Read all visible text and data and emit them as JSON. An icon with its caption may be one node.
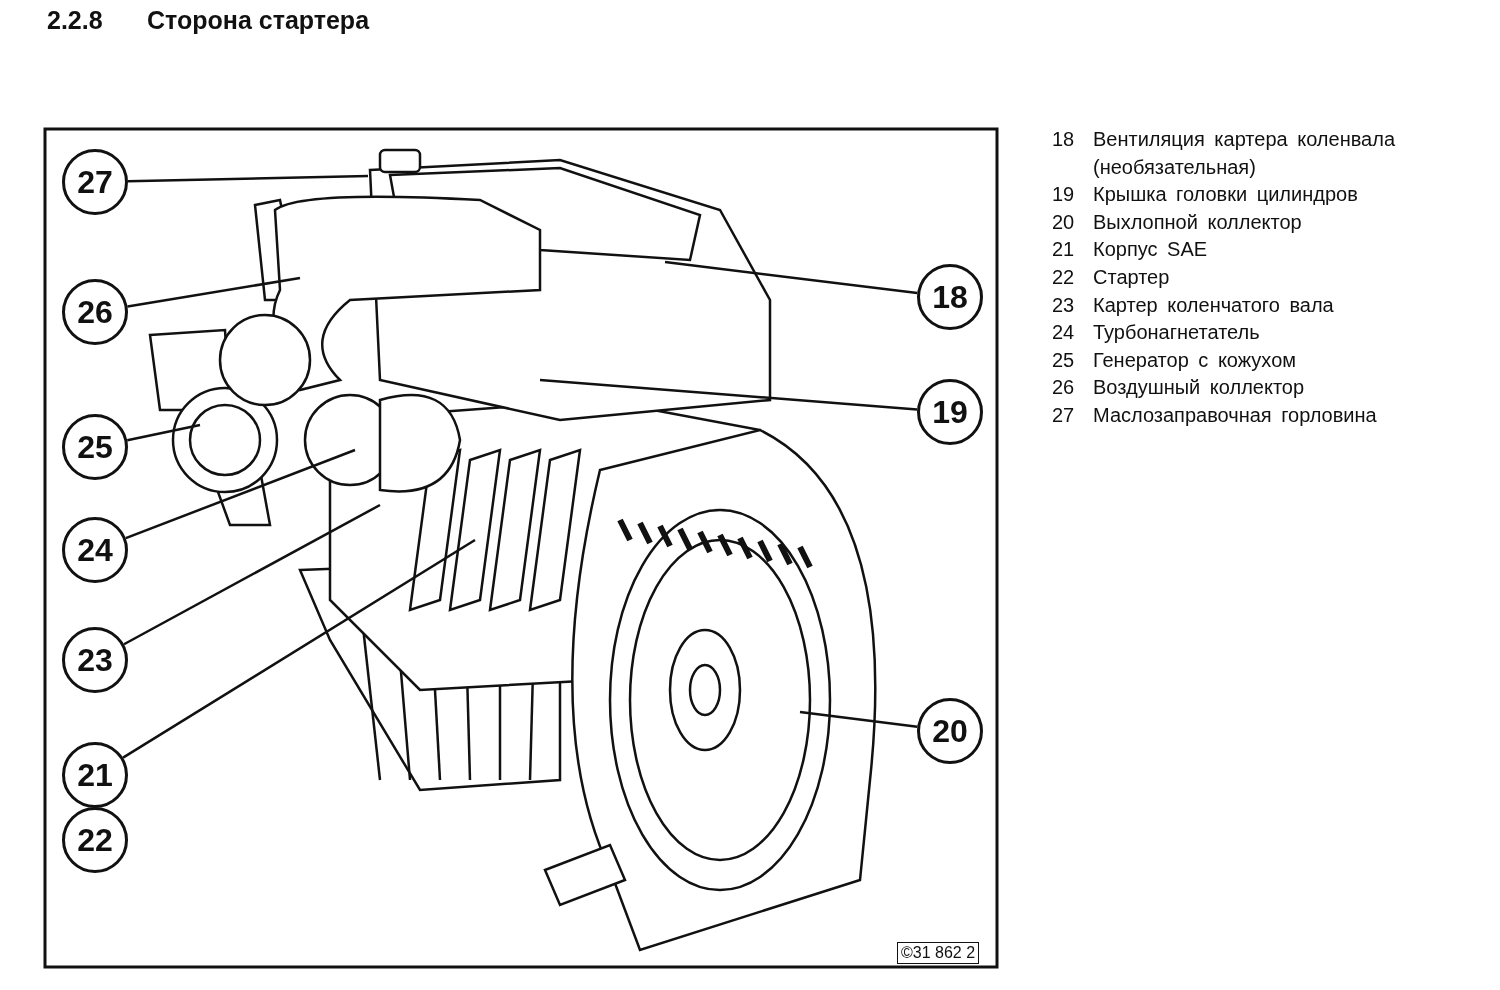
{
  "diagram": {
    "title": "Сторона стартера",
    "nodes": [
      {
        "text": [
          "27"
        ]
      },
      {
        "text": [
          "18"
        ]
      },
      {
        "text": [
          "26"
        ]
      },
      {
        "text": [
          "19"
        ]
      },
      {
        "text": [
          "25"
        ]
      },
      {
        "text": [
          "24"
        ]
      },
      {
        "text": [
          "23"
        ]
      },
      {
        "text": [
          "20"
        ]
      },
      {
        "text": [
          "21"
        ]
      },
      {
        "text": [
          "22"
        ]
      }
    ],
    "edges": [
      {
        "from": 0,
        "to": null,
        "arrow": "none"
      },
      {
        "from": 1,
        "to": null,
        "arrow": "none"
      },
      {
        "from": 2,
        "to": null,
        "arrow": "none"
      },
      {
        "from": 3,
        "to": null,
        "arrow": "none"
      },
      {
        "from": 4,
        "to": null,
        "arrow": "none"
      },
      {
        "from": 5,
        "to": null,
        "arrow": "none"
      },
      {
        "from": 6,
        "to": null,
        "arrow": "none"
      },
      {
        "from": 7,
        "to": null,
        "arrow": "none"
      },
      {
        "from": 8,
        "to": null,
        "arrow": "none"
      }
    ],
    "labels": [
      "2.2.8",
      "18",
      "Вентиляция картера коленвала (необязательная)",
      "19",
      "Крышка головки цилиндров",
      "20",
      "Выхлопной коллектор",
      "21",
      "Корпус SAE",
      "22",
      "Стартер",
      "23",
      "Картер коленчатого вала",
      "24",
      "Турбонагнетатель",
      "25",
      "Генератор с кожухом",
      "26",
      "Воздушный коллектор",
      "27",
      "Маслозаправочная горловина",
      "©31 862 2"
    ]
  }
}
